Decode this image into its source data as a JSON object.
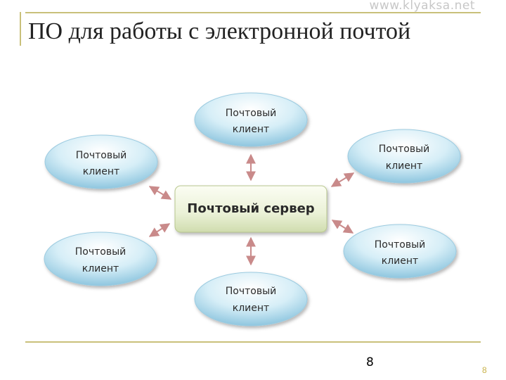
{
  "watermark": "www.klyaksa.net",
  "slide": {
    "title": "ПО для работы с электронной почтой"
  },
  "diagram": {
    "server": {
      "label": "Почтовый сервер"
    },
    "clients": [
      {
        "line1": "Почтовый",
        "line2": "клиент"
      },
      {
        "line1": "Почтовый",
        "line2": "клиент"
      },
      {
        "line1": "Почтовый",
        "line2": "клиент"
      },
      {
        "line1": "Почтовый",
        "line2": "клиент"
      },
      {
        "line1": "Почтовый",
        "line2": "клиент"
      },
      {
        "line1": "Почтовый",
        "line2": "клиент"
      }
    ]
  },
  "footer": {
    "page_number_center": "8",
    "page_number_right": "8"
  },
  "colors": {
    "accent_line": "#c9c07a",
    "arrow": "#c98a8a",
    "client_fill": "#bfe3f0",
    "server_fill": "#e8f0d0"
  }
}
